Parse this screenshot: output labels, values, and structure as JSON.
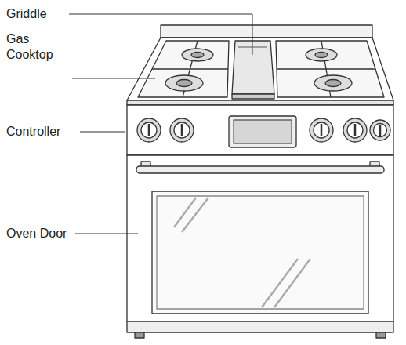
{
  "diagram": {
    "labels": [
      "Griddle",
      "Gas Cooktop",
      "Controller",
      "Oven Door"
    ]
  }
}
